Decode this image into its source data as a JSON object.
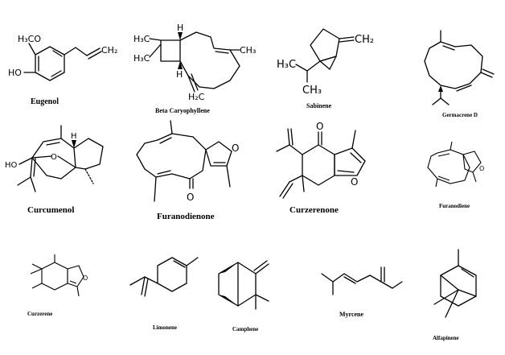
{
  "molecules": [
    {
      "name": "Eugenol",
      "atoms": {
        "methoxy_o": "H₃CO",
        "hydroxyl": "HO",
        "vinyl": "CH₂"
      }
    },
    {
      "name": "Beta Caryophyllene",
      "atoms": {
        "h3c_a": "H₃C",
        "h3c_b": "H₃C",
        "h_top": "H",
        "ch3": "CH₃",
        "h_bottom": "H",
        "methylene": "H₂C"
      }
    },
    {
      "name": "Sabinene",
      "atoms": {
        "methylene": "CH₂",
        "h3c": "H₃C",
        "ch3": "CH₃"
      }
    },
    {
      "name": "Germacrene D"
    },
    {
      "name": "Curcumenol",
      "atoms": {
        "hydroxyl": "HO",
        "oxygen": "O",
        "h": "H"
      }
    },
    {
      "name": "Furanodienone",
      "atoms": {
        "ring_o": "O",
        "ketone_o": "O"
      }
    },
    {
      "name": "Curzerenone",
      "atoms": {
        "ketone_o": "O",
        "ring_o": "O"
      }
    },
    {
      "name": "Furanodiene",
      "atoms": {
        "ring_o": "O"
      }
    },
    {
      "name": "Curzerene",
      "atoms": {
        "ring_o": "O"
      }
    },
    {
      "name": "Limonene"
    },
    {
      "name": "Camphene"
    },
    {
      "name": "Myrcene"
    },
    {
      "name": "Alfapinene"
    }
  ]
}
